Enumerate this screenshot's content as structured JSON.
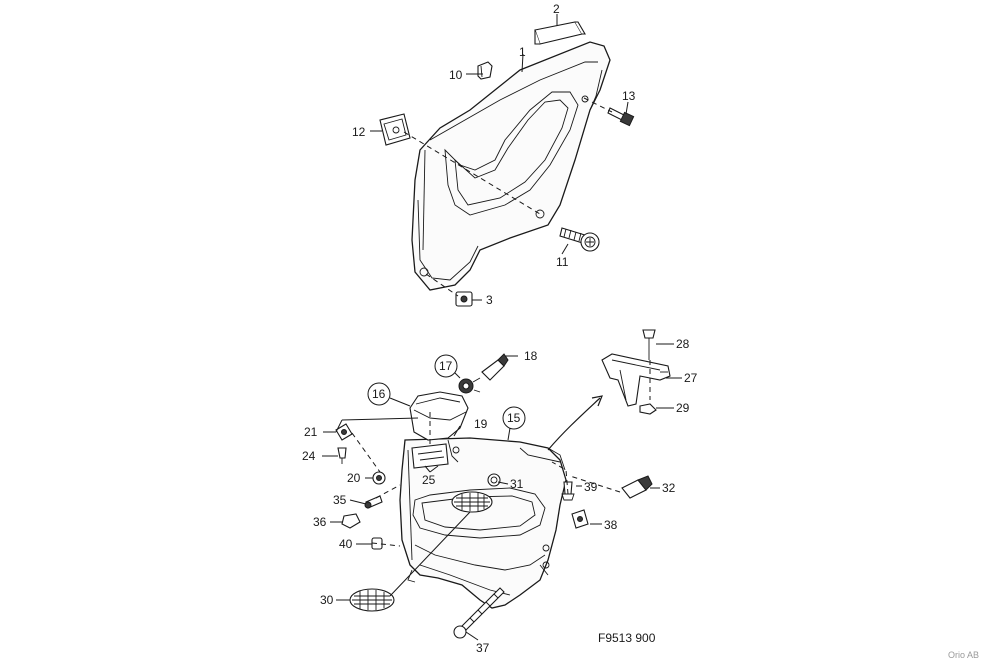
{
  "diagram": {
    "figure_code": "F9513 900",
    "credit": "Orio AB",
    "callouts": {
      "c1": "1",
      "c2": "2",
      "c3": "3",
      "c10": "10",
      "c11": "11",
      "c12": "12",
      "c13": "13",
      "c15": "15",
      "c16": "16",
      "c17": "17",
      "c18": "18",
      "c19": "19",
      "c20": "20",
      "c21": "21",
      "c24": "24",
      "c25": "25",
      "c27": "27",
      "c28": "28",
      "c29": "29",
      "c30": "30",
      "c31": "31",
      "c32": "32",
      "c35": "35",
      "c36": "36",
      "c37": "37",
      "c38": "38",
      "c39": "39",
      "c40": "40"
    }
  }
}
